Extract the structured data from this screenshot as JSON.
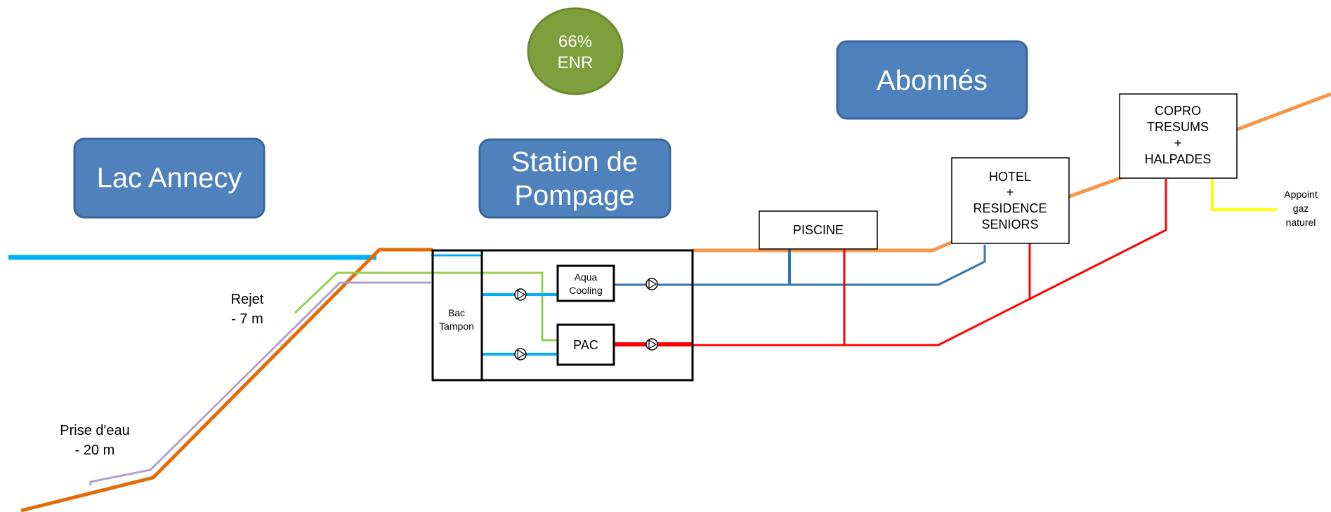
{
  "badge": {
    "line1": "66%",
    "line2": "ENR",
    "fill": "#7f9f3d"
  },
  "headers": {
    "lac": "Lac Annecy",
    "station_line1": "Station de",
    "station_line2": "Pompage",
    "abonnes": "Abonnés",
    "fill": "#4f81bd",
    "stroke": "#3a659a"
  },
  "station": {
    "bac_line1": "Bac",
    "bac_line2": "Tampon",
    "aqua_line1": "Aqua",
    "aqua_line2": "Cooling",
    "pac": "PAC"
  },
  "consumers": {
    "piscine": "PISCINE",
    "hotel_line1": "HOTEL",
    "hotel_line2": "+",
    "hotel_line3": "RESIDENCE",
    "hotel_line4": "SENIORS",
    "copro_line1": "COPRO",
    "copro_line2": "TRESUMS",
    "copro_line3": "+",
    "copro_line4": "HALPADES"
  },
  "labels": {
    "rejet_line1": "Rejet",
    "rejet_line2": "- 7 m",
    "prise_line1": "Prise d'eau",
    "prise_line2": "- 20 m",
    "appoint_line1": "Appoint",
    "appoint_line2": "gaz",
    "appoint_line3": "naturel"
  },
  "colors": {
    "lake_surface": "#00b0f0",
    "terrain": "#e36c09",
    "road": "#f79646",
    "intake_pipe": "#b3a2c7",
    "reject_pipe": "#92d050",
    "cold_network": "#2e75b6",
    "hot_network": "#ff0000",
    "gas": "#ffff00"
  }
}
